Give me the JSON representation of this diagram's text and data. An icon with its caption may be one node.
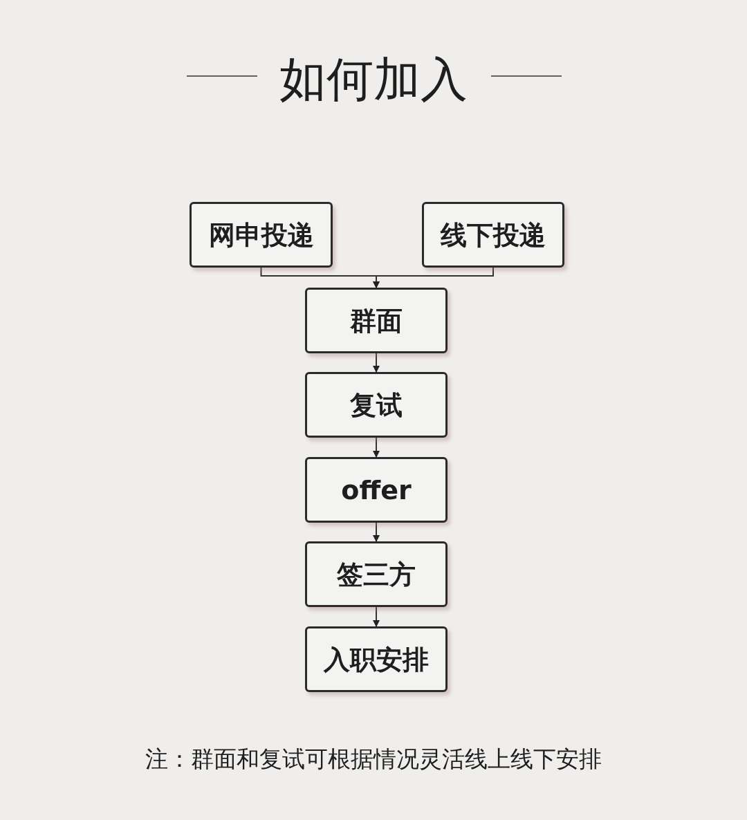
{
  "diagram": {
    "title": "如何加入",
    "nodes": [
      {
        "text": [
          "网申投递"
        ]
      },
      {
        "text": [
          "线下投递"
        ]
      },
      {
        "text": [
          "群面"
        ]
      },
      {
        "text": [
          "复试"
        ]
      },
      {
        "text": [
          "offer"
        ]
      },
      {
        "text": [
          "签三方"
        ]
      },
      {
        "text": [
          "入职安排"
        ]
      }
    ],
    "edges": [
      {
        "from": 0,
        "to": 2,
        "arrow": "to"
      },
      {
        "from": 1,
        "to": 2,
        "arrow": "to"
      },
      {
        "from": 2,
        "to": 3,
        "arrow": "to"
      },
      {
        "from": 3,
        "to": 4,
        "arrow": "to"
      },
      {
        "from": 4,
        "to": 5,
        "arrow": "to"
      },
      {
        "from": 5,
        "to": 6,
        "arrow": "to"
      }
    ],
    "labels": [
      "注：群面和复试可根据情况灵活线上线下安排"
    ]
  }
}
